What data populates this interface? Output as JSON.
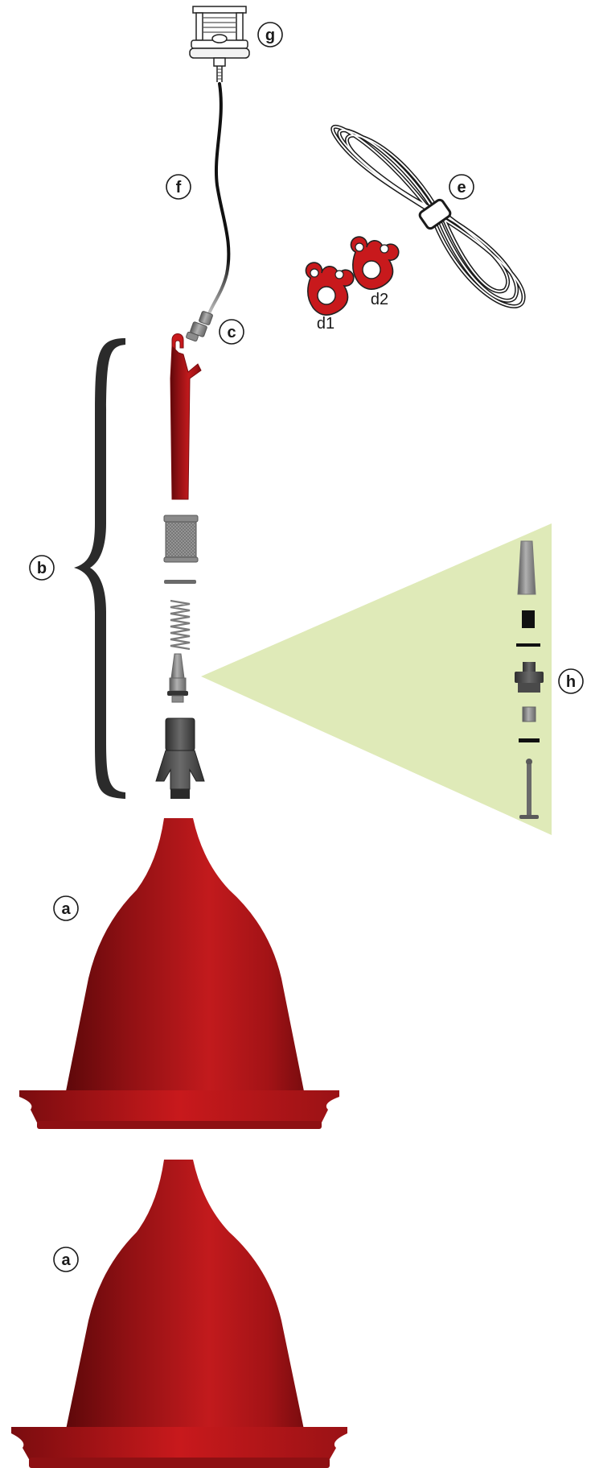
{
  "labels": {
    "a_upper": "a",
    "a_lower": "a",
    "b": "b",
    "c": "c",
    "d1": "d1",
    "d2": "d2",
    "e": "e",
    "f": "f",
    "g": "g",
    "h": "h"
  },
  "colors": {
    "red_dark": "#6e0a0c",
    "red_main": "#b8171a",
    "red_light": "#d8292c",
    "grey_dark": "#3c3c3c",
    "grey_mid": "#7a7a7a",
    "grey_light": "#b9b9b9",
    "cord_black": "#111111",
    "highlight_green": "#dfeab8"
  }
}
